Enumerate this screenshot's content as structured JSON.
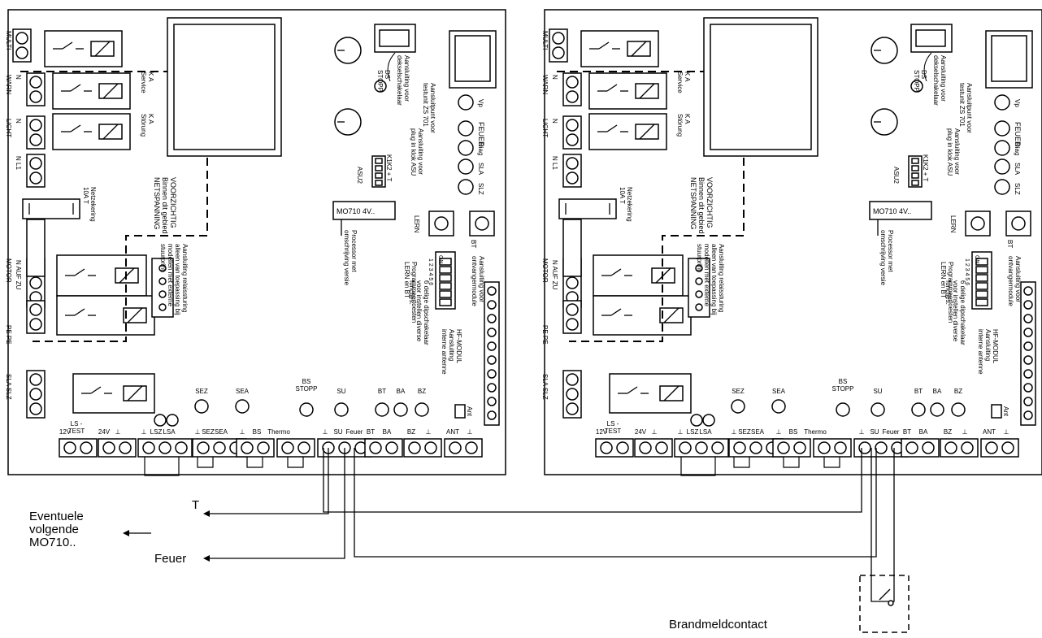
{
  "boards": [
    {
      "id": "left",
      "side_labels": {
        "multi": "MULTI",
        "warn": "WARN",
        "licht": "LICHT",
        "motor": "MOTOR",
        "pe": "PE PE",
        "sla_slz": "SLA  SLZ",
        "n_warn": "N",
        "n_licht": "N",
        "n_l1": "N L1",
        "auf_zu": "N AUF ZU"
      },
      "relay_notes": {
        "service": "K A\nService",
        "storung": "K A\nStörung"
      },
      "netzekering": "Netzekering\n10A T",
      "voorzichtig": "VOORZICHTIG\nBinnen dit gebied\nNETSPANNING",
      "relais": "Aansluiting relaissturing\nalleen van toepassing bij\nmodellen met externe\nstuurprint",
      "ds_stopp": "DS\nSTOPP",
      "dekselschakelaar": "Aansluiting voor\ndekselschakelaar",
      "testunit": "Aansluitpunt voor\ntestunit ZS 701",
      "feuer_leds": [
        "Vp",
        "FEUER",
        "Diag",
        "SLA",
        "SLZ"
      ],
      "plug_asu": "Aansluiting voor\nplug in klok ASU",
      "asu2": "ASU2",
      "k1k2": "K1K2 + T",
      "mo710": "MO710 4V..",
      "processor": "Processor met\nomschrijving versie",
      "lern": "LERN",
      "bt": "BT",
      "ontvangermodule": "Aansluiting voor\nontvangermodule",
      "program": "Programmeertoesten\nLERN en BT",
      "dip": "6 delige dipschakelaar\nvoor instellen diverse\nfuncties.",
      "dip_on": "ON",
      "dip_nums": "1 2 3 4 5 6",
      "hf": "HF-MODUL\nAansluiting\ninterne antenne",
      "ant": "Ant",
      "led_row": [
        "SEZ",
        "SEA",
        "BS STOPP",
        "SU",
        "BT",
        "BA",
        "BZ"
      ],
      "terminal_labels": [
        "12V",
        "LS - TEST",
        "24V",
        "⊥",
        "⊥",
        "LSZ",
        "LSA",
        "⊥",
        "SEZ",
        "SEA",
        "⊥",
        "BS",
        "Thermo",
        "⊥",
        "SU",
        "Feuer",
        "BT",
        "BA",
        "BZ",
        "⊥",
        "ANT",
        "⊥"
      ]
    },
    {
      "id": "right",
      "side_labels": {
        "multi": "MULTI",
        "warn": "WARN",
        "licht": "LICHT",
        "motor": "MOTOR",
        "pe": "PE PE",
        "sla_slz": "SLA  SLZ",
        "n_warn": "N",
        "n_licht": "N",
        "n_l1": "N L1",
        "auf_zu": "N AUF ZU"
      },
      "relay_notes": {
        "service": "K A\nService",
        "storung": "K A\nStörung"
      },
      "netzekering": "Netzekering\n10A T",
      "voorzichtig": "VOORZICHTIG\nBinnen dit gebied\nNETSPANNING",
      "relais": "Aansluiting relaissturing\nalleen van toepassing bij\nmodellen met externe\nstuurprint",
      "ds_stopp": "DS\nSTOPP",
      "dekselschakelaar": "Aansluiting voor\ndekselschakelaar",
      "testunit": "Aansluitpunt voor\ntestunit ZS 701",
      "feuer_leds": [
        "Vp",
        "FEUER",
        "Diag",
        "SLA",
        "SLZ"
      ],
      "plug_asu": "Aansluiting voor\nplug in klok ASU",
      "asu2": "ASU2",
      "k1k2": "K1K2 + T",
      "mo710": "MO710 4V..",
      "processor": "Processor met\nomschrijving versie",
      "lern": "LERN",
      "bt": "BT",
      "ontvangermodule": "Aansluiting voor\nontvangermodule",
      "program": "Programmeertoesten\nLERN en BT",
      "dip": "6 delige dipschakelaar\nvoor instellen diverse\nfuncties.",
      "dip_on": "ON",
      "dip_nums": "1 2 3 4 5 6",
      "hf": "HF-MODUL\nAansluiting\ninterne antenne",
      "ant": "Ant",
      "led_row": [
        "SEZ",
        "SEA",
        "BS STOPP",
        "SU",
        "BT",
        "BA",
        "BZ"
      ],
      "terminal_labels": [
        "12V",
        "LS - TEST",
        "24V",
        "⊥",
        "⊥",
        "LSZ",
        "LSA",
        "⊥",
        "SEZ",
        "SEA",
        "⊥",
        "BS",
        "Thermo",
        "⊥",
        "SU",
        "Feuer",
        "BT",
        "BA",
        "BZ",
        "⊥",
        "ANT",
        "⊥"
      ]
    }
  ],
  "outside": {
    "t_label": "T",
    "feuer_label": "Feuer",
    "eventuele": "Eventuele\nvolgende\nMO710..",
    "brandmeld": "Brandmeldcontact"
  }
}
